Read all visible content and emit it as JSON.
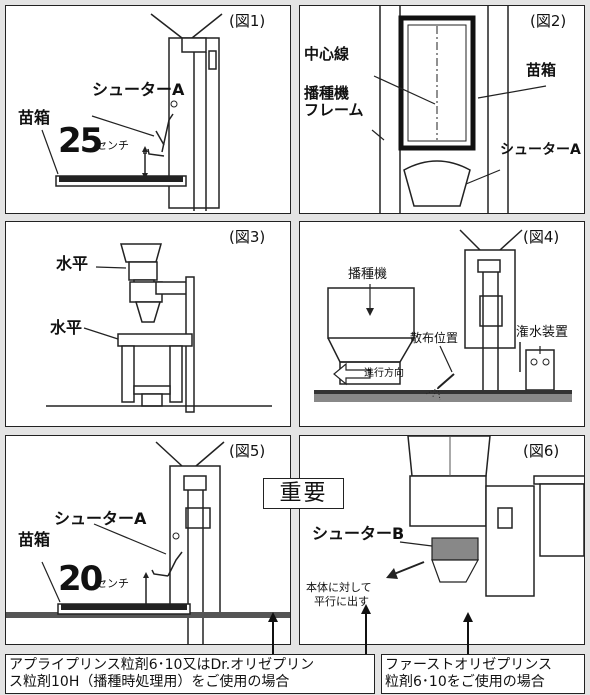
{
  "figures": {
    "fig1": {
      "label": "(図1)",
      "chuter": "シューターA",
      "tray": "苗箱",
      "distance_value": "25",
      "distance_unit": "センチ"
    },
    "fig2": {
      "label": "(図2)",
      "center_line": "中心線",
      "tray": "苗箱",
      "frame_line1": "播種機",
      "frame_line2": "フレーム",
      "chuter": "シューターA"
    },
    "fig3": {
      "label": "(図3)",
      "level_top": "水平",
      "level_bottom": "水平"
    },
    "fig4": {
      "label": "(図4)",
      "seeder": "播種機",
      "spread_position": "散布位置",
      "watering_device": "潅水装置",
      "direction": "進行方向"
    },
    "fig5": {
      "label": "(図5)",
      "chuter": "シューターA",
      "tray": "苗箱",
      "distance_value": "20",
      "distance_unit": "センチ"
    },
    "fig6": {
      "label": "(図6)",
      "chuter": "シューターB",
      "note_line1": "本体に対して",
      "note_line2": "平行に出す"
    }
  },
  "important": "重要",
  "captions": {
    "left_line1": "アプライプリンス粒剤6･10又はDr.オリゼプリン",
    "left_line2": "ス粒剤10H（播種時処理用）をご使用の場合",
    "right_line1": "ファーストオリゼプリンス",
    "right_line2": "粒剤6･10をご使用の場合"
  }
}
